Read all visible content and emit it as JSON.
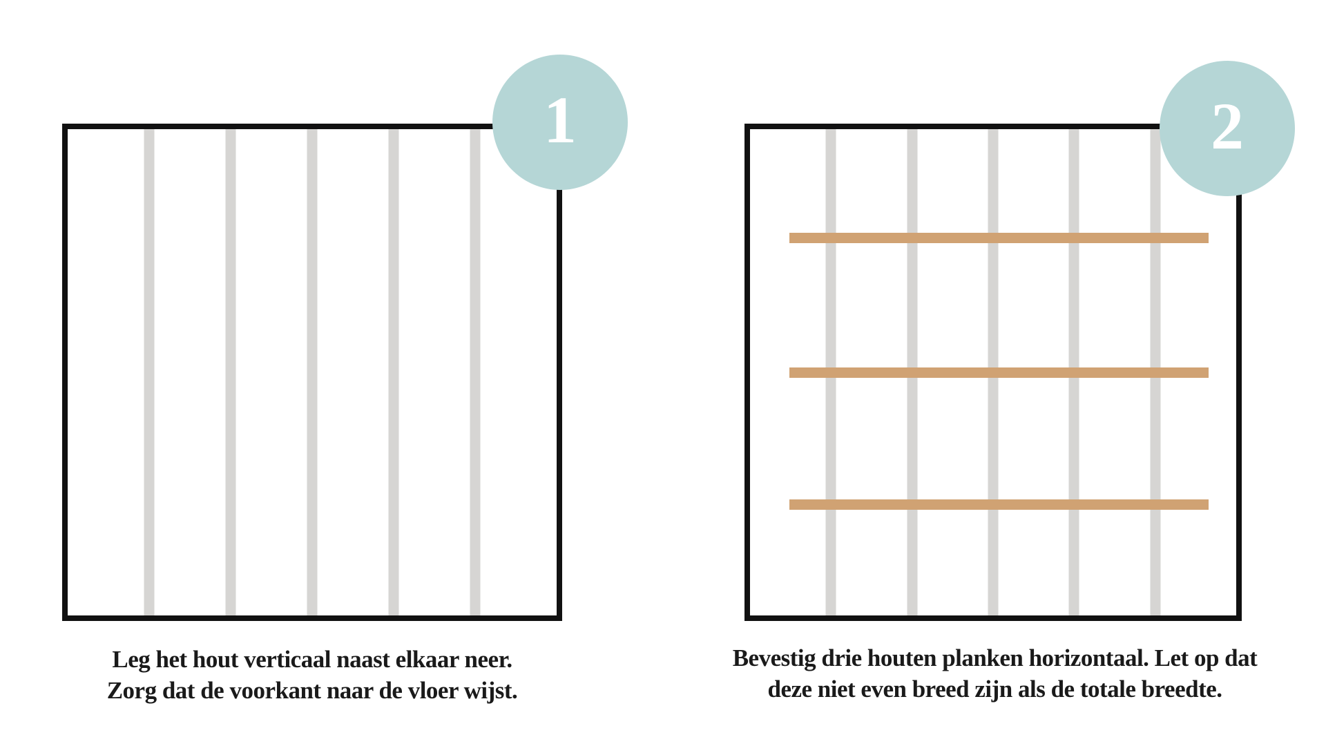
{
  "steps": [
    {
      "number": "1",
      "caption_line1": "Leg het hout verticaal naast elkaar neer.",
      "caption_line2": "Zorg dat de voorkant naar de vloer wijst.",
      "vertical_planks": 5,
      "horizontal_plank_positions": []
    },
    {
      "number": "2",
      "caption_line1": "Bevestig drie houten planken horizontaal. Let op dat",
      "caption_line2": "deze niet even breed zijn als de totale breedte.",
      "vertical_planks": 5,
      "horizontal_plank_positions": [
        0.224,
        0.5,
        0.772
      ]
    }
  ],
  "colors": {
    "badge": "#b5d6d6",
    "badge_number": "#ffffff",
    "frame_border": "#111111",
    "vertical_plank": "#d6d5d3",
    "horizontal_plank": "#d0a273",
    "caption_text": "#1a1a1a",
    "background": "#ffffff"
  }
}
